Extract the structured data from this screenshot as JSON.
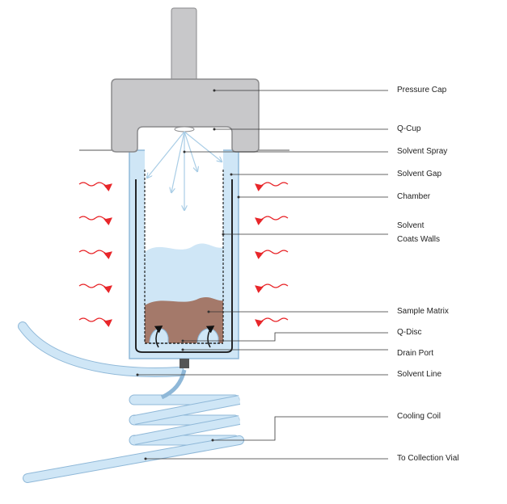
{
  "labels": {
    "pressure_cap": "Pressure Cap",
    "q_cup": "Q-Cup",
    "solvent_spray": "Solvent Spray",
    "solvent_gap": "Solvent Gap",
    "chamber": "Chamber",
    "solvent_coats_walls_1": "Solvent",
    "solvent_coats_walls_2": "Coats Walls",
    "sample_matrix": "Sample Matrix",
    "q_disc": "Q-Disc",
    "drain_port": "Drain Port",
    "solvent_line": "Solvent Line",
    "cooling_coil": "Cooling Coil",
    "to_collection_vial": "To Collection Vial"
  },
  "colors": {
    "cap": "#c8c8ca",
    "cap_stroke": "#8a8a8c",
    "solvent": "#cfe6f6",
    "solvent_stroke": "#8fb8d8",
    "sample": "#a4796a",
    "heat_arrow": "#e8262a",
    "leader": "#333333",
    "spray": "#a9cde6"
  }
}
